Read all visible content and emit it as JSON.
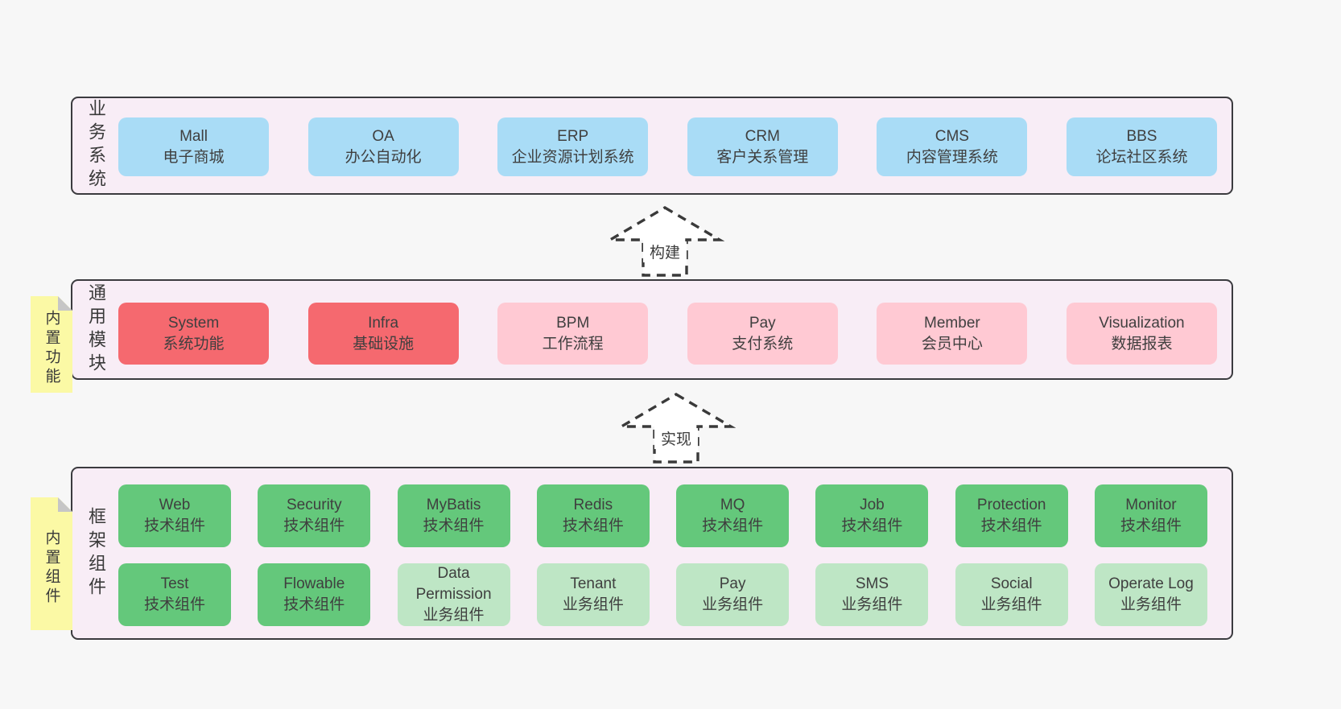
{
  "colors": {
    "page_bg": "#f7f7f7",
    "band_bg": "#f8edf6",
    "band_border": "#3b3b3f",
    "blue_box": "#a9dcf6",
    "red_box": "#f5696f",
    "pink_box": "#ffc9d3",
    "green_box": "#64c87b",
    "light_green_box": "#bee6c5",
    "sticky_note": "#fbf9a5",
    "note_fold": "#c6c6c6",
    "text": "#3c3c3c"
  },
  "bands": [
    {
      "label": "业务系统",
      "boxes": [
        {
          "title": "Mall",
          "subtitle": "电子商城"
        },
        {
          "title": "OA",
          "subtitle": "办公自动化"
        },
        {
          "title": "ERP",
          "subtitle": "企业资源计划系统"
        },
        {
          "title": "CRM",
          "subtitle": "客户关系管理"
        },
        {
          "title": "CMS",
          "subtitle": "内容管理系统"
        },
        {
          "title": "BBS",
          "subtitle": "论坛社区系统"
        }
      ]
    },
    {
      "label": "通用模块",
      "note": "内置功能",
      "boxes": [
        {
          "title": "System",
          "subtitle": "系统功能"
        },
        {
          "title": "Infra",
          "subtitle": "基础设施"
        },
        {
          "title": "BPM",
          "subtitle": "工作流程"
        },
        {
          "title": "Pay",
          "subtitle": "支付系统"
        },
        {
          "title": "Member",
          "subtitle": "会员中心"
        },
        {
          "title": "Visualization",
          "subtitle": "数据报表"
        }
      ]
    },
    {
      "label": "框架组件",
      "note": "内置组件",
      "row1": [
        {
          "title": "Web",
          "subtitle": "技术组件"
        },
        {
          "title": "Security",
          "subtitle": "技术组件"
        },
        {
          "title": "MyBatis",
          "subtitle": "技术组件"
        },
        {
          "title": "Redis",
          "subtitle": "技术组件"
        },
        {
          "title": "MQ",
          "subtitle": "技术组件"
        },
        {
          "title": "Job",
          "subtitle": "技术组件"
        },
        {
          "title": "Protection",
          "subtitle": "技术组件"
        },
        {
          "title": "Monitor",
          "subtitle": "技术组件"
        }
      ],
      "row2": [
        {
          "title": "Test",
          "subtitle": "技术组件"
        },
        {
          "title": "Flowable",
          "subtitle": "技术组件"
        },
        {
          "title": "Data Permission",
          "subtitle": "业务组件"
        },
        {
          "title": "Tenant",
          "subtitle": "业务组件"
        },
        {
          "title": "Pay",
          "subtitle": "业务组件"
        },
        {
          "title": "SMS",
          "subtitle": "业务组件"
        },
        {
          "title": "Social",
          "subtitle": "业务组件"
        },
        {
          "title": "Operate Log",
          "subtitle": "业务组件"
        }
      ]
    }
  ],
  "arrows": [
    {
      "label": "构建"
    },
    {
      "label": "实现"
    }
  ]
}
